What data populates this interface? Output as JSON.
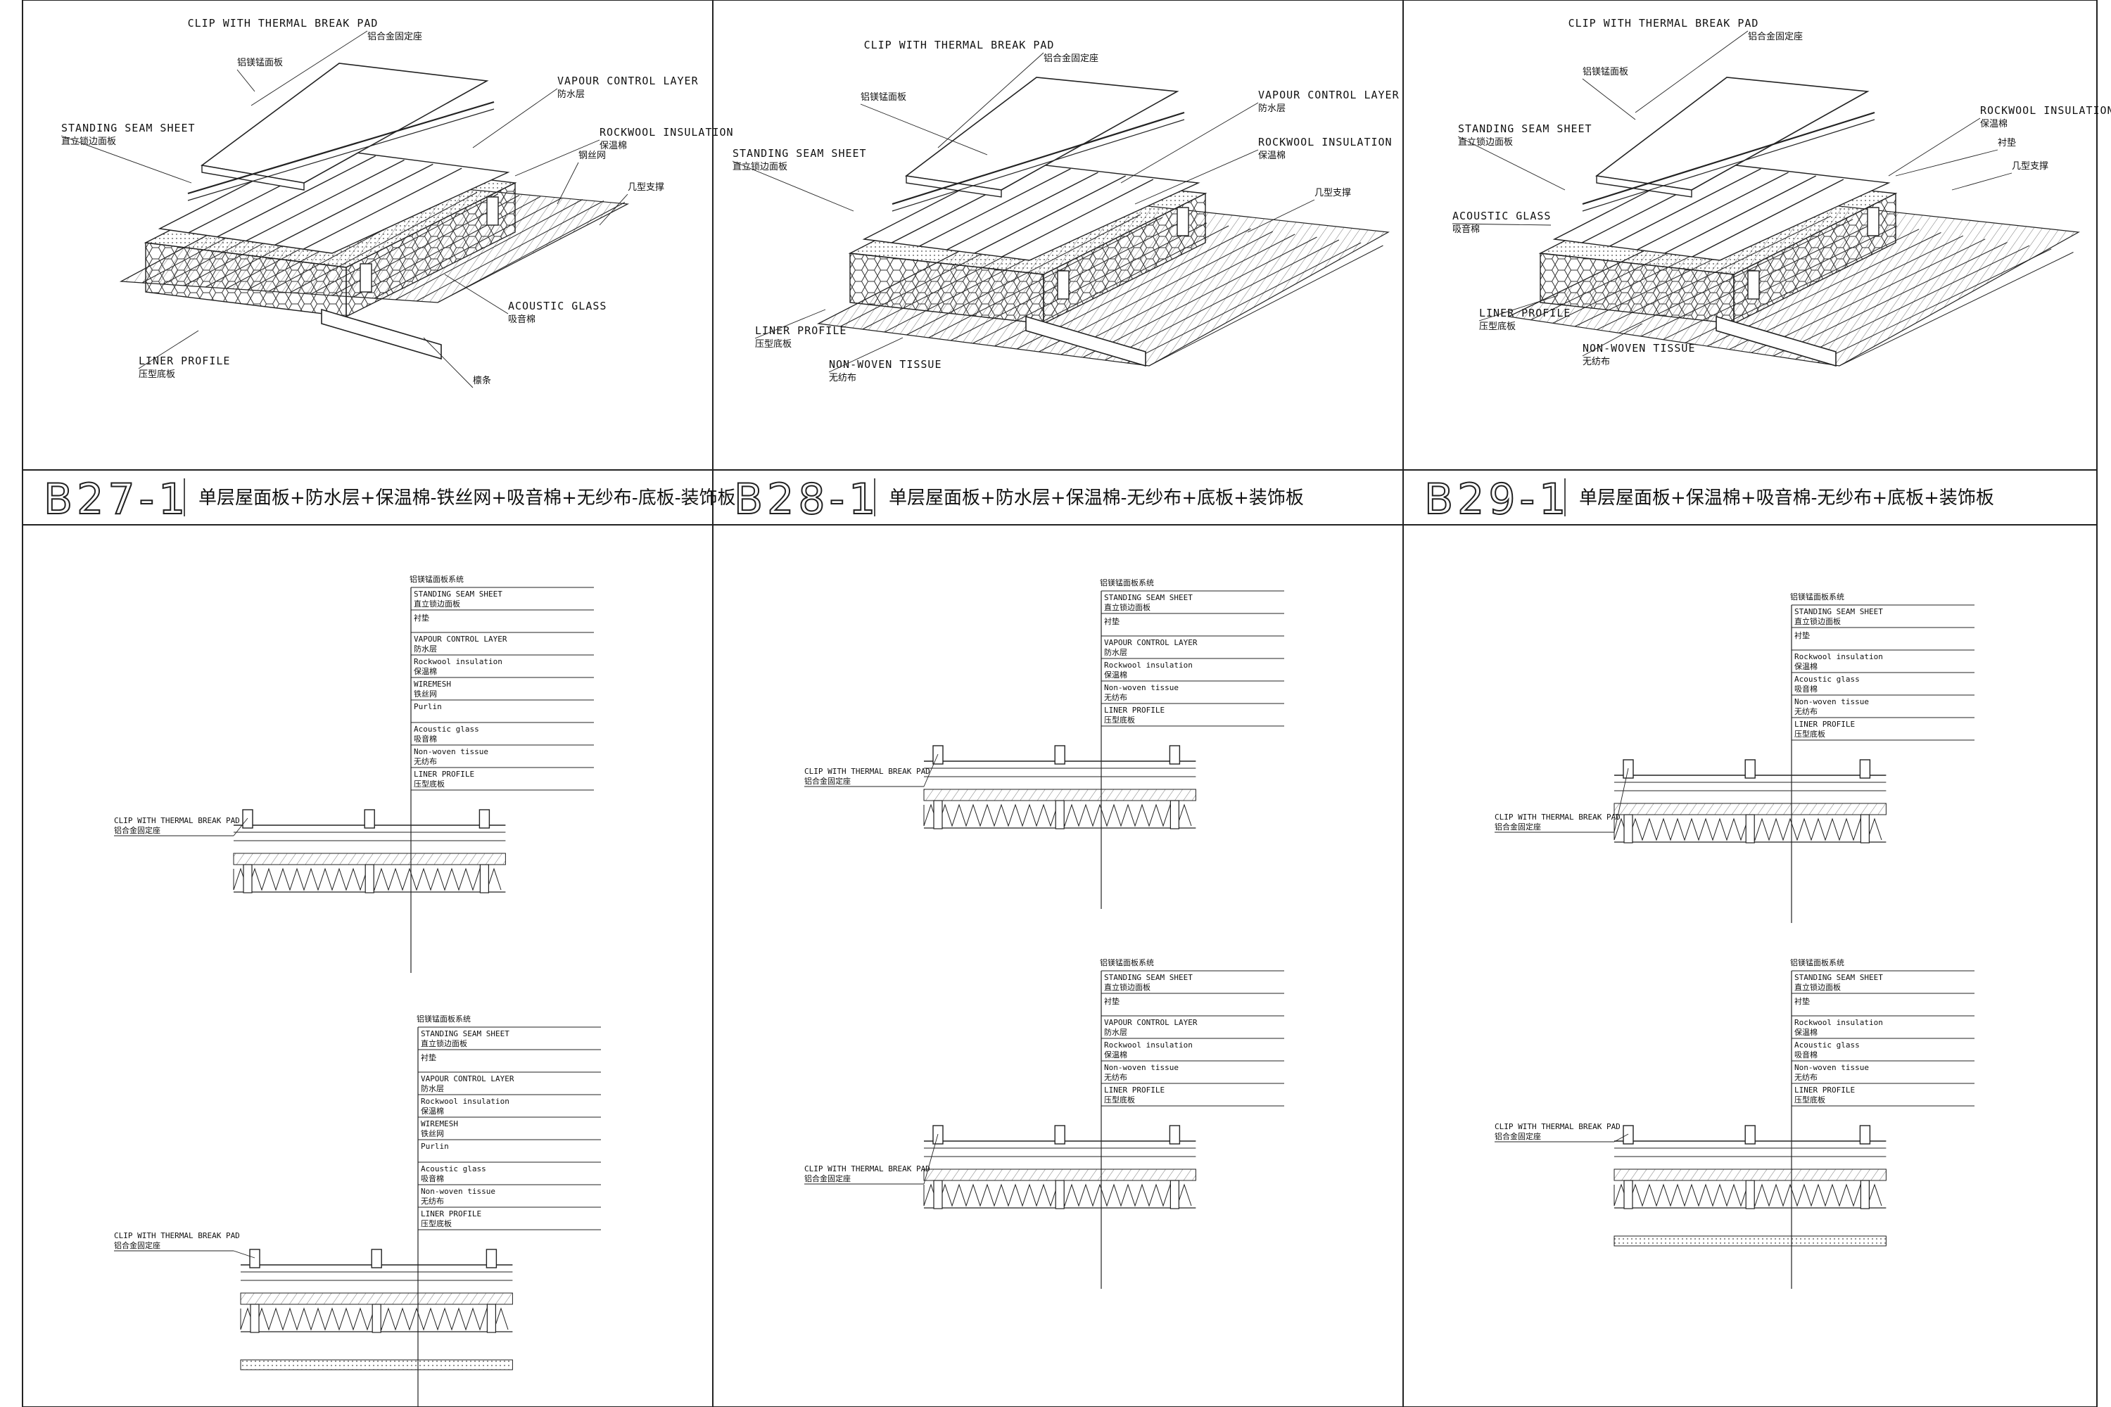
{
  "panels": [
    {
      "tag": "B27-1",
      "title": "单层屋面板+防水层+保温棉-铁丝网+吸音棉+无纱布-底板-装饰板",
      "iso_labels": [
        {
          "en": "CLIP WITH THERMAL BREAK PAD",
          "cn": "铝合金固定座"
        },
        {
          "en": "",
          "cn": "铝镁锰面板"
        },
        {
          "en": "VAPOUR CONTROL LAYER",
          "cn": "防水层"
        },
        {
          "en": "STANDING SEAM SHEET",
          "cn": "直立锁边面板"
        },
        {
          "en": "ROCKWOOL INSULATION",
          "cn": "保温棉"
        },
        {
          "en": "",
          "cn": "钢丝网"
        },
        {
          "en": "",
          "cn": "几型支撑"
        },
        {
          "en": "ACOUSTIC GLASS",
          "cn": "吸音棉"
        },
        {
          "en": "LINER PROFILE",
          "cn": "压型底板"
        },
        {
          "en": "",
          "cn": "檩条"
        }
      ],
      "tables": [
        {
          "header": "铝镁锰面板系统",
          "rows": [
            {
              "en": "STANDING SEAM SHEET",
              "cn": "直立锁边面板"
            },
            {
              "en": "",
              "cn": "衬垫"
            },
            {
              "en": "VAPOUR CONTROL LAYER",
              "cn": "防水层"
            },
            {
              "en": "Rockwool insulation",
              "cn": "保温棉"
            },
            {
              "en": "WIREMESH",
              "cn": "铁丝网"
            },
            {
              "en": "Purlin",
              "cn": ""
            },
            {
              "en": "Acoustic glass",
              "cn": "吸音棉"
            },
            {
              "en": "Non-woven tissue",
              "cn": "无纺布"
            },
            {
              "en": "LINER PROFILE",
              "cn": "压型底板"
            }
          ],
          "callout": {
            "en": "CLIP WITH THERMAL BREAK PAD",
            "cn": "铝合金固定座"
          }
        },
        {
          "header": "铝镁锰面板系统",
          "rows": [
            {
              "en": "STANDING SEAM SHEET",
              "cn": "直立锁边面板"
            },
            {
              "en": "",
              "cn": "衬垫"
            },
            {
              "en": "VAPOUR CONTROL LAYER",
              "cn": "防水层"
            },
            {
              "en": "Rockwool insulation",
              "cn": "保温棉"
            },
            {
              "en": "WIREMESH",
              "cn": "铁丝网"
            },
            {
              "en": "Purlin",
              "cn": ""
            },
            {
              "en": "Acoustic glass",
              "cn": "吸音棉"
            },
            {
              "en": "Non-woven tissue",
              "cn": "无纺布"
            },
            {
              "en": "LINER PROFILE",
              "cn": "压型底板"
            }
          ],
          "callout": {
            "en": "CLIP WITH THERMAL BREAK PAD",
            "cn": "铝合金固定座"
          }
        }
      ]
    },
    {
      "tag": "B28-1",
      "title": "单层屋面板+防水层+保温棉-无纱布+底板+装饰板",
      "iso_labels": [
        {
          "en": "CLIP WITH THERMAL BREAK PAD",
          "cn": "铝合金固定座"
        },
        {
          "en": "",
          "cn": "铝镁锰面板"
        },
        {
          "en": "VAPOUR CONTROL LAYER",
          "cn": "防水层"
        },
        {
          "en": "STANDING SEAM SHEET",
          "cn": "直立锁边面板"
        },
        {
          "en": "ROCKWOOL INSULATION",
          "cn": "保温棉"
        },
        {
          "en": "",
          "cn": "几型支撑"
        },
        {
          "en": "LINER PROFILE",
          "cn": "压型底板"
        },
        {
          "en": "NON-WOVEN TISSUE",
          "cn": "无纺布"
        }
      ],
      "tables": [
        {
          "header": "铝镁锰面板系统",
          "rows": [
            {
              "en": "STANDING SEAM SHEET",
              "cn": "直立锁边面板"
            },
            {
              "en": "",
              "cn": "衬垫"
            },
            {
              "en": "VAPOUR CONTROL LAYER",
              "cn": "防水层"
            },
            {
              "en": "Rockwool insulation",
              "cn": "保温棉"
            },
            {
              "en": "Non-woven tissue",
              "cn": "无纺布"
            },
            {
              "en": "LINER PROFILE",
              "cn": "压型底板"
            }
          ],
          "callout": {
            "en": "CLIP WITH THERMAL BREAK PAD",
            "cn": "铝合金固定座"
          }
        },
        {
          "header": "铝镁锰面板系统",
          "rows": [
            {
              "en": "STANDING SEAM SHEET",
              "cn": "直立锁边面板"
            },
            {
              "en": "",
              "cn": "衬垫"
            },
            {
              "en": "VAPOUR CONTROL LAYER",
              "cn": "防水层"
            },
            {
              "en": "Rockwool insulation",
              "cn": "保温棉"
            },
            {
              "en": "Non-woven tissue",
              "cn": "无纺布"
            },
            {
              "en": "LINER PROFILE",
              "cn": "压型底板"
            }
          ],
          "callout": {
            "en": "CLIP WITH THERMAL BREAK PAD",
            "cn": "铝合金固定座"
          }
        }
      ]
    },
    {
      "tag": "B29-1",
      "title": "单层屋面板+保温棉+吸音棉-无纱布+底板+装饰板",
      "iso_labels": [
        {
          "en": "CLIP WITH THERMAL BREAK PAD",
          "cn": "铝合金固定座"
        },
        {
          "en": "",
          "cn": "铝镁锰面板"
        },
        {
          "en": "STANDING SEAM SHEET",
          "cn": "直立锁边面板"
        },
        {
          "en": "ROCKWOOL INSULATION",
          "cn": "保温棉"
        },
        {
          "en": "",
          "cn": "衬垫"
        },
        {
          "en": "",
          "cn": "几型支撑"
        },
        {
          "en": "ACOUSTIC GLASS",
          "cn": "吸音棉"
        },
        {
          "en": "LINER PROFILE",
          "cn": "压型底板"
        },
        {
          "en": "NON-WOVEN TISSUE",
          "cn": "无纺布"
        }
      ],
      "tables": [
        {
          "header": "铝镁锰面板系统",
          "rows": [
            {
              "en": "STANDING SEAM SHEET",
              "cn": "直立锁边面板"
            },
            {
              "en": "",
              "cn": "衬垫"
            },
            {
              "en": "Rockwool insulation",
              "cn": "保温棉"
            },
            {
              "en": "Acoustic glass",
              "cn": "吸音棉"
            },
            {
              "en": "Non-woven tissue",
              "cn": "无纺布"
            },
            {
              "en": "LINER PROFILE",
              "cn": "压型底板"
            }
          ],
          "callout": {
            "en": "CLIP WITH THERMAL BREAK PAD",
            "cn": "铝合金固定座"
          }
        },
        {
          "header": "铝镁锰面板系统",
          "rows": [
            {
              "en": "STANDING SEAM SHEET",
              "cn": "直立锁边面板"
            },
            {
              "en": "",
              "cn": "衬垫"
            },
            {
              "en": "Rockwool insulation",
              "cn": "保温棉"
            },
            {
              "en": "Acoustic glass",
              "cn": "吸音棉"
            },
            {
              "en": "Non-woven tissue",
              "cn": "无纺布"
            },
            {
              "en": "LINER PROFILE",
              "cn": "压型底板"
            }
          ],
          "callout": {
            "en": "CLIP WITH THERMAL BREAK PAD",
            "cn": "铝合金固定座"
          }
        }
      ]
    }
  ]
}
